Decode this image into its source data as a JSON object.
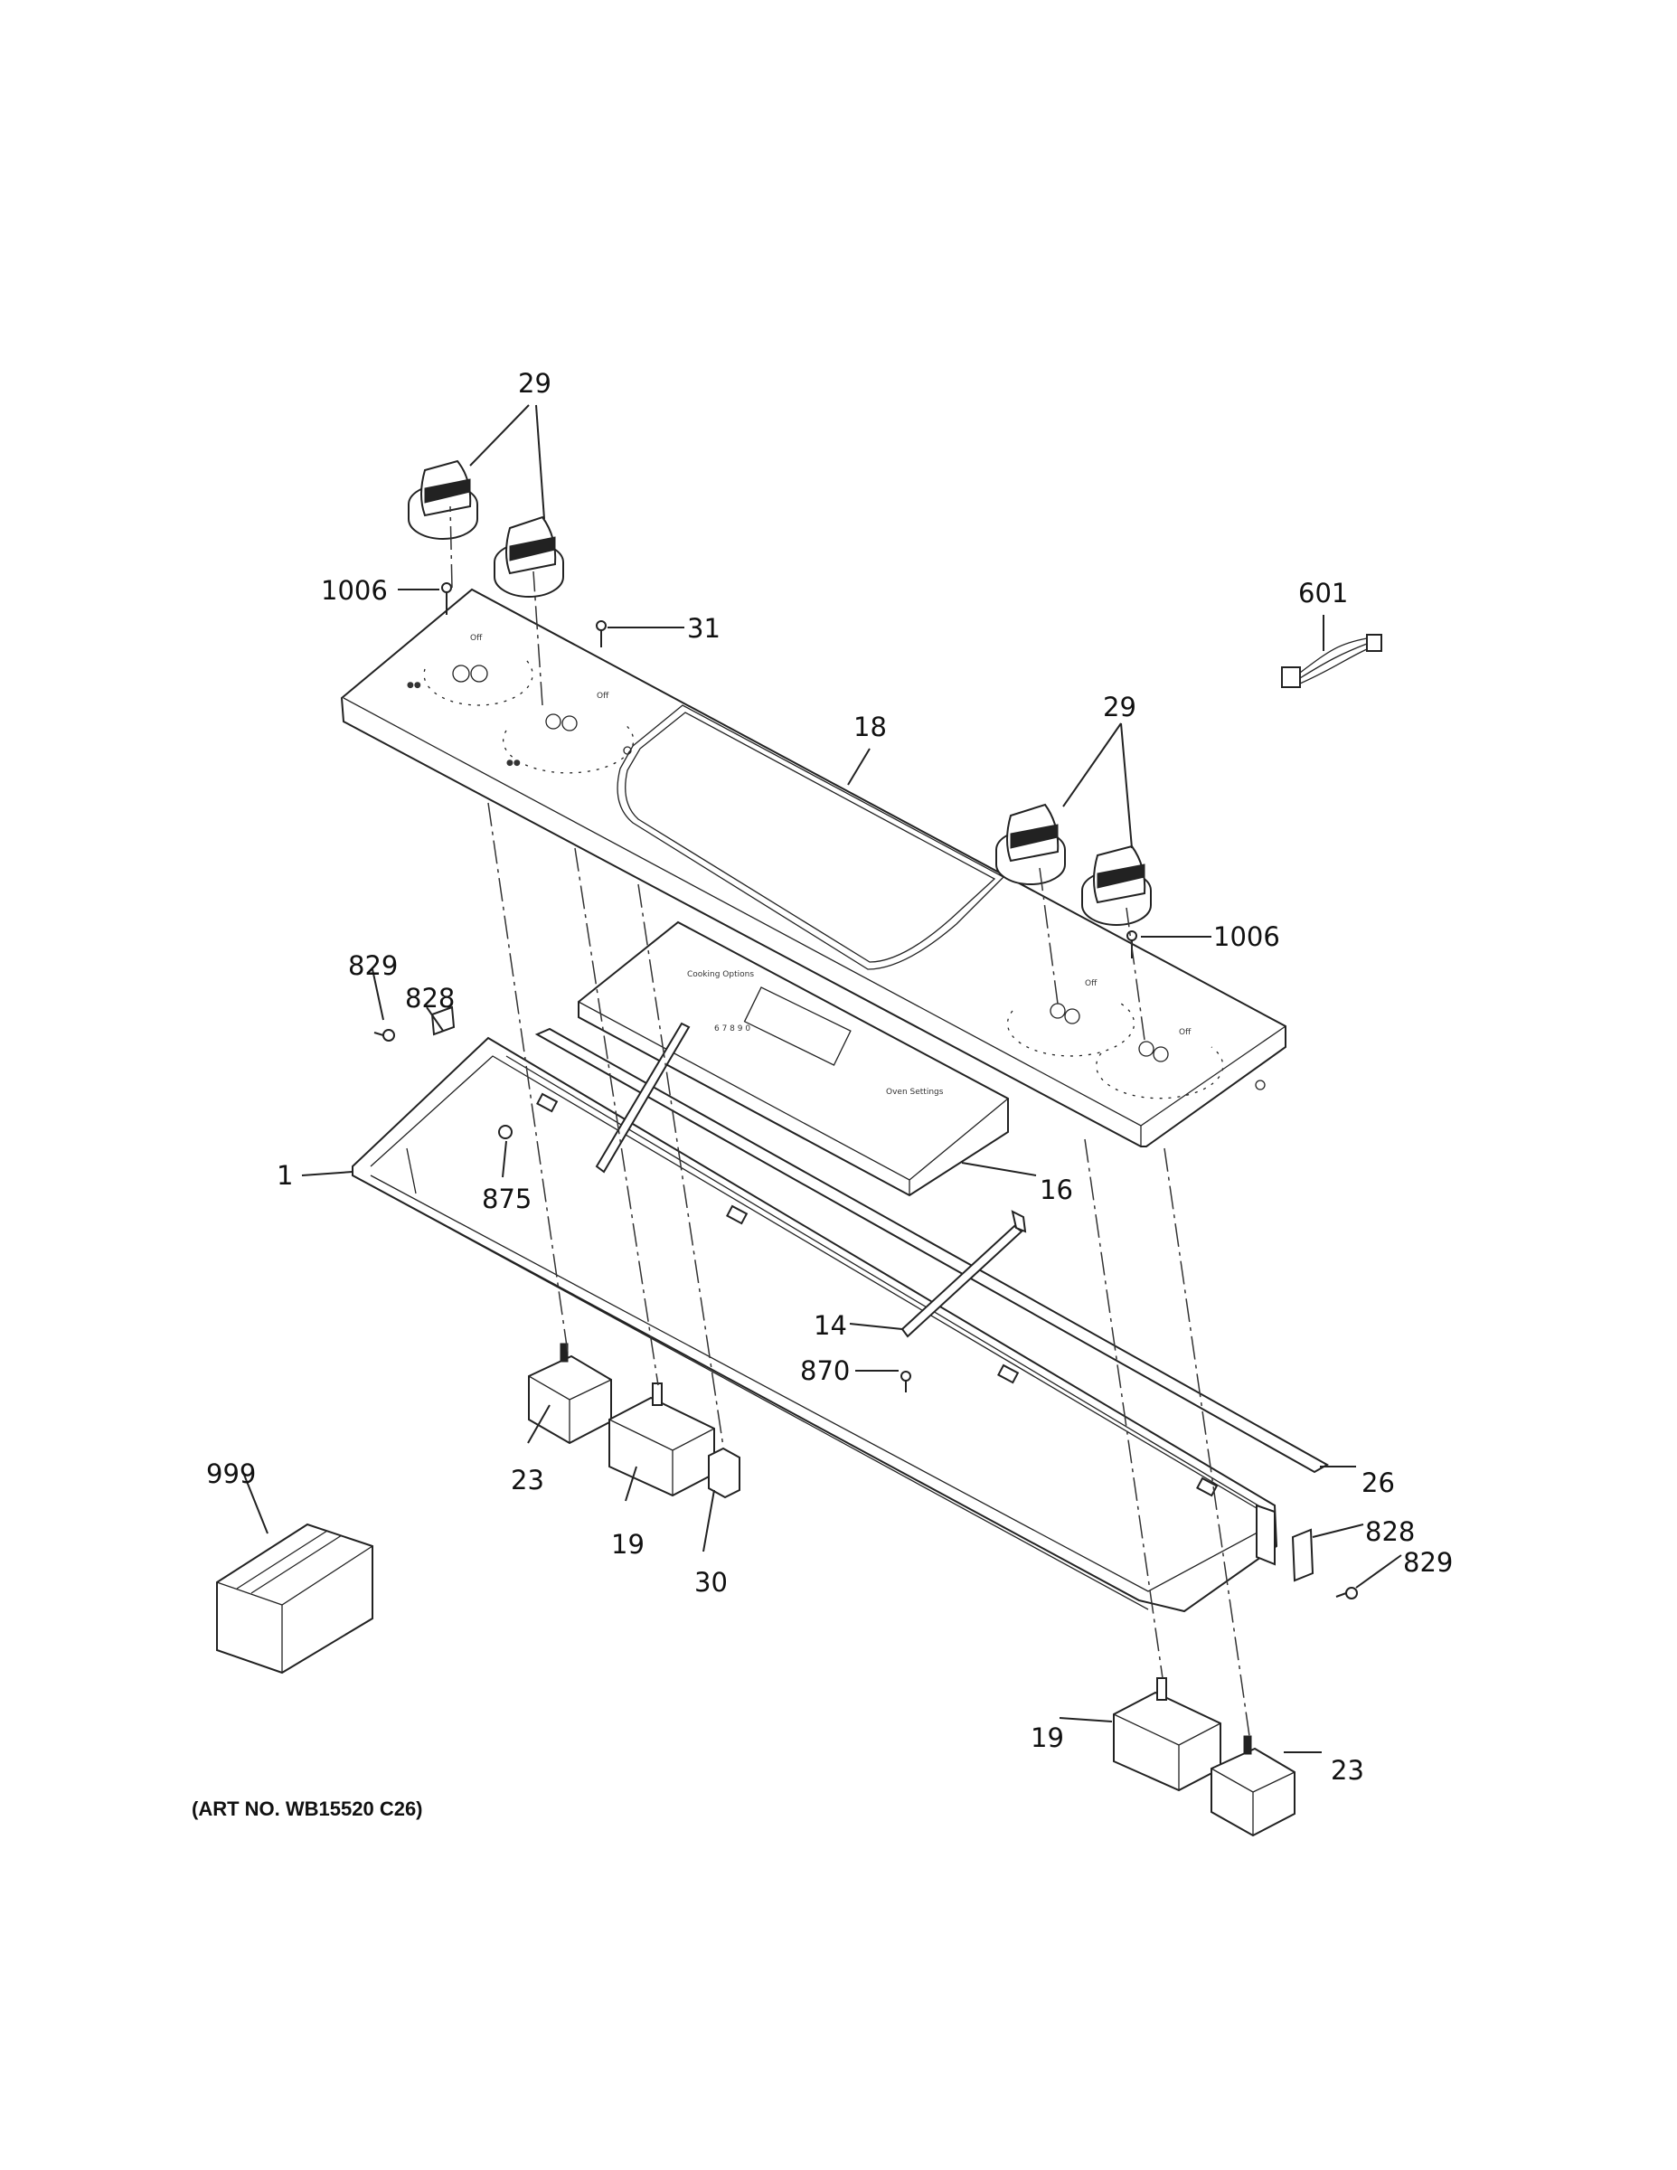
{
  "diagram": {
    "art_number": "(ART NO. WB15520 C26)",
    "callouts": [
      {
        "id": "c29a",
        "label": "29"
      },
      {
        "id": "c1006a",
        "label": "1006"
      },
      {
        "id": "c31",
        "label": "31"
      },
      {
        "id": "c601",
        "label": "601"
      },
      {
        "id": "c18",
        "label": "18"
      },
      {
        "id": "c29b",
        "label": "29"
      },
      {
        "id": "c1006b",
        "label": "1006"
      },
      {
        "id": "c829a",
        "label": "829"
      },
      {
        "id": "c828a",
        "label": "828"
      },
      {
        "id": "c1",
        "label": "1"
      },
      {
        "id": "c875",
        "label": "875"
      },
      {
        "id": "c16",
        "label": "16"
      },
      {
        "id": "c14",
        "label": "14"
      },
      {
        "id": "c870",
        "label": "870"
      },
      {
        "id": "c999",
        "label": "999"
      },
      {
        "id": "c23a",
        "label": "23"
      },
      {
        "id": "c19a",
        "label": "19"
      },
      {
        "id": "c30",
        "label": "30"
      },
      {
        "id": "c26",
        "label": "26"
      },
      {
        "id": "c828b",
        "label": "828"
      },
      {
        "id": "c829b",
        "label": "829"
      },
      {
        "id": "c19b",
        "label": "19"
      },
      {
        "id": "c23b",
        "label": "23"
      }
    ]
  }
}
